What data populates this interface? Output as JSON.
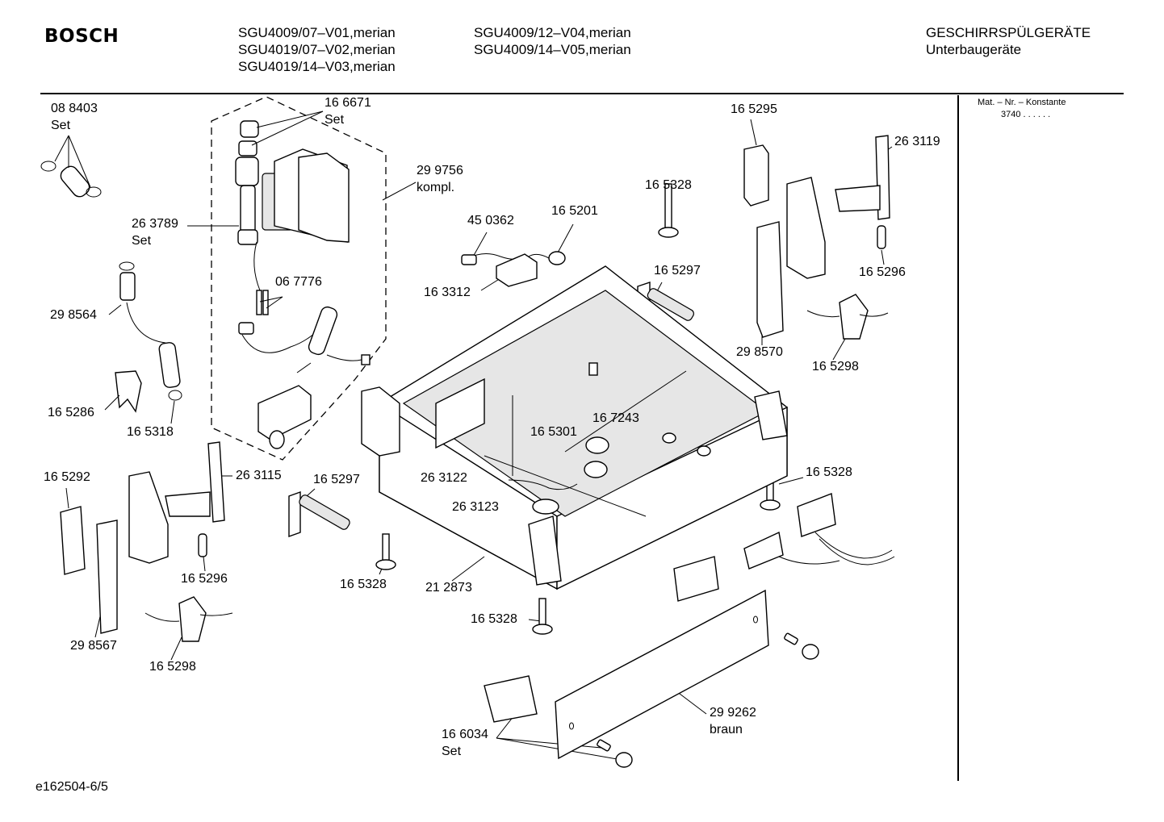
{
  "header": {
    "brand": "BOSCH",
    "models_col1": [
      "SGU4009/07–V01,merian",
      "SGU4019/07–V02,merian",
      "SGU4019/14–V03,merian"
    ],
    "models_col2": [
      "SGU4009/12–V04,merian",
      "SGU4009/14–V05,merian"
    ],
    "category": "GESCHIRRSPÜLGERÄTE",
    "subcategory": "Unterbaugeräte"
  },
  "side_panel": {
    "title": "Mat. – Nr. – Konstante",
    "value": "3740  .  .  .  .  .  ."
  },
  "footer": {
    "doc_id": "e162504-6/5"
  },
  "labels": [
    {
      "id": "088403",
      "text": "08 8403"
    },
    {
      "id": "088403-set",
      "text": "Set"
    },
    {
      "id": "166671",
      "text": "16 6671"
    },
    {
      "id": "166671-set",
      "text": "Set"
    },
    {
      "id": "299756",
      "text": "29 9756"
    },
    {
      "id": "299756-kompl",
      "text": "kompl."
    },
    {
      "id": "263789",
      "text": "26 3789"
    },
    {
      "id": "263789-set",
      "text": "Set"
    },
    {
      "id": "067776",
      "text": "06 7776"
    },
    {
      "id": "298564",
      "text": "29 8564"
    },
    {
      "id": "165286",
      "text": "16 5286"
    },
    {
      "id": "165318",
      "text": "16 5318"
    },
    {
      "id": "450362",
      "text": "45 0362"
    },
    {
      "id": "165201",
      "text": "16 5201"
    },
    {
      "id": "163312",
      "text": "16 3312"
    },
    {
      "id": "165328-a",
      "text": "16 5328"
    },
    {
      "id": "165297-a",
      "text": "16 5297"
    },
    {
      "id": "165295",
      "text": "16 5295"
    },
    {
      "id": "263119",
      "text": "26 3119"
    },
    {
      "id": "165296-a",
      "text": "16 5296"
    },
    {
      "id": "298570",
      "text": "29 8570"
    },
    {
      "id": "165298-a",
      "text": "16 5298"
    },
    {
      "id": "167243",
      "text": "16 7243"
    },
    {
      "id": "165301",
      "text": "16 5301"
    },
    {
      "id": "263122",
      "text": "26 3122"
    },
    {
      "id": "263123",
      "text": "26 3123"
    },
    {
      "id": "165328-b",
      "text": "16 5328"
    },
    {
      "id": "165292",
      "text": "16 5292"
    },
    {
      "id": "263115",
      "text": "26 3115"
    },
    {
      "id": "165297-b",
      "text": "16 5297"
    },
    {
      "id": "165296-b",
      "text": "16 5296"
    },
    {
      "id": "165328-c",
      "text": "16 5328"
    },
    {
      "id": "212873",
      "text": "21 2873"
    },
    {
      "id": "298567",
      "text": "29 8567"
    },
    {
      "id": "165298-b",
      "text": "16 5298"
    },
    {
      "id": "165328-d",
      "text": "16 5328"
    },
    {
      "id": "299262",
      "text": "29 9262"
    },
    {
      "id": "299262-braun",
      "text": "braun"
    },
    {
      "id": "166034",
      "text": "16 6034"
    },
    {
      "id": "166034-set",
      "text": "Set"
    }
  ]
}
